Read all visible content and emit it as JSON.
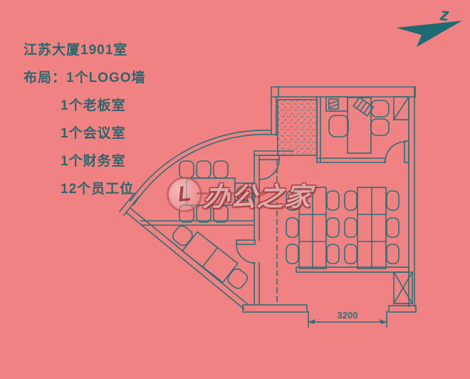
{
  "info": {
    "title": "江苏大厦1901室",
    "layout_lines": [
      "布局：1个LOGO墙",
      "1个老板室",
      "1个会议室",
      "1个财务室",
      "12个员工位"
    ]
  },
  "compass": {
    "north_label": "z"
  },
  "watermark": {
    "logo_glyph": "L",
    "brand_text": "办公之家"
  },
  "plan": {
    "dimension_label": "3200"
  },
  "colors": {
    "background": "#F18283",
    "line_teal": "#2E6F74",
    "arrow_teal": "#1F6B73",
    "watermark_red": "#A8474C"
  }
}
